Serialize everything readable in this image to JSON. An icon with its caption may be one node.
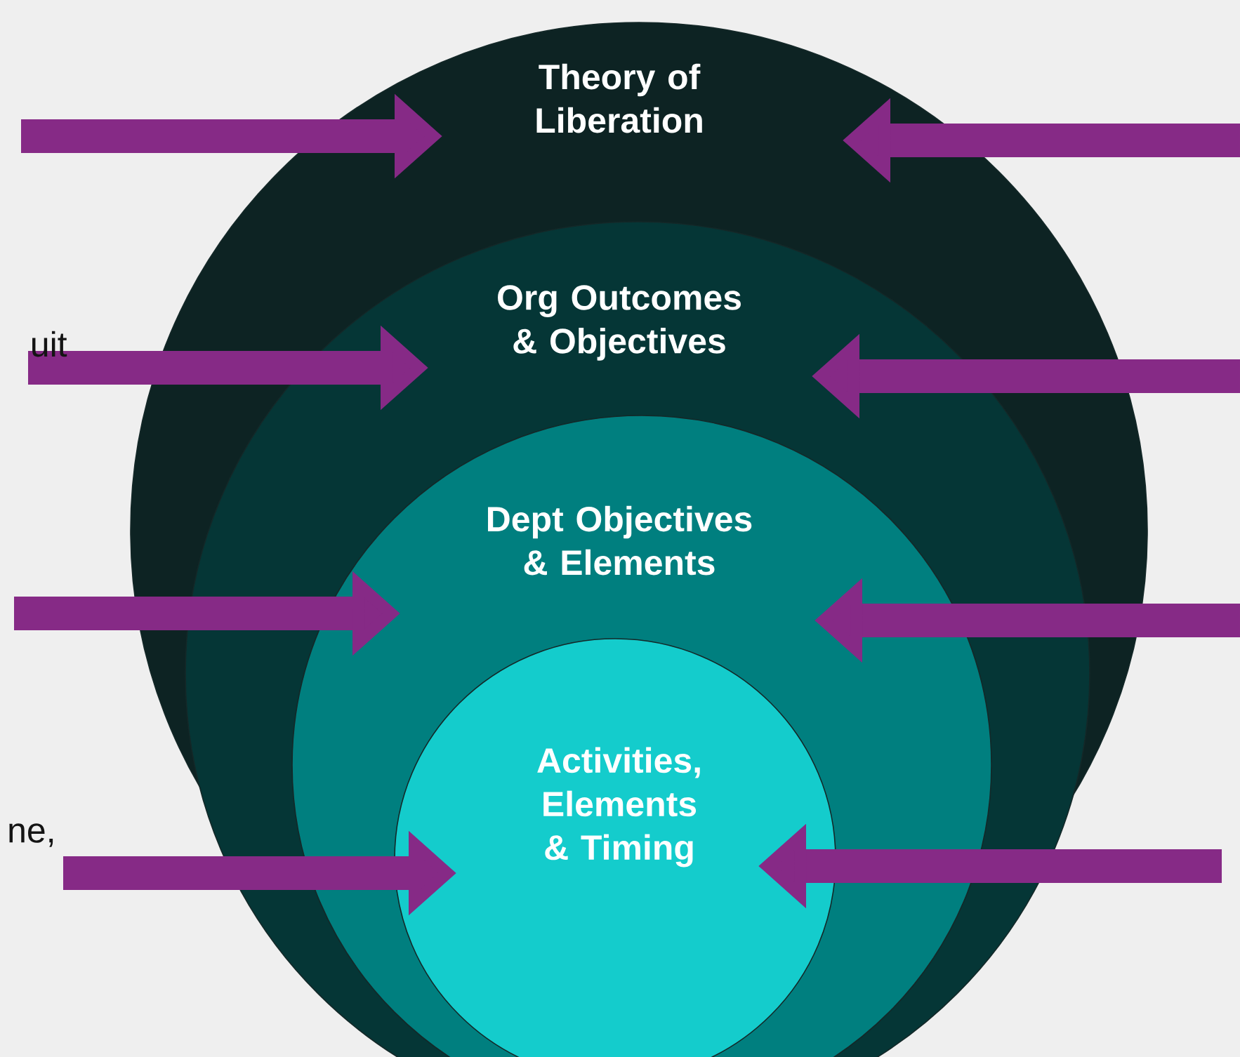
{
  "diagram": {
    "nodes": [
      {
        "text": [
          "Theory of Liberation"
        ]
      },
      {
        "text": [
          "Org Outcomes & Objectives"
        ],
        "in": 0
      },
      {
        "text": [
          "Dept Objectives & Elements"
        ],
        "in": 1
      },
      {
        "text": [
          "Activities, Elements & Timing"
        ],
        "in": 2
      }
    ],
    "edges": [
      {
        "from": null,
        "to": 0,
        "arrow": "to"
      },
      {
        "from": null,
        "to": 0,
        "arrow": "to"
      },
      {
        "from": null,
        "to": 1,
        "arrow": "to"
      },
      {
        "from": null,
        "to": 1,
        "arrow": "to"
      },
      {
        "from": null,
        "to": 2,
        "arrow": "to"
      },
      {
        "from": null,
        "to": 2,
        "arrow": "to"
      },
      {
        "from": null,
        "to": 3,
        "arrow": "to"
      },
      {
        "from": null,
        "to": 3,
        "arrow": "to"
      }
    ],
    "labels": [
      "uit",
      "ne,"
    ]
  }
}
